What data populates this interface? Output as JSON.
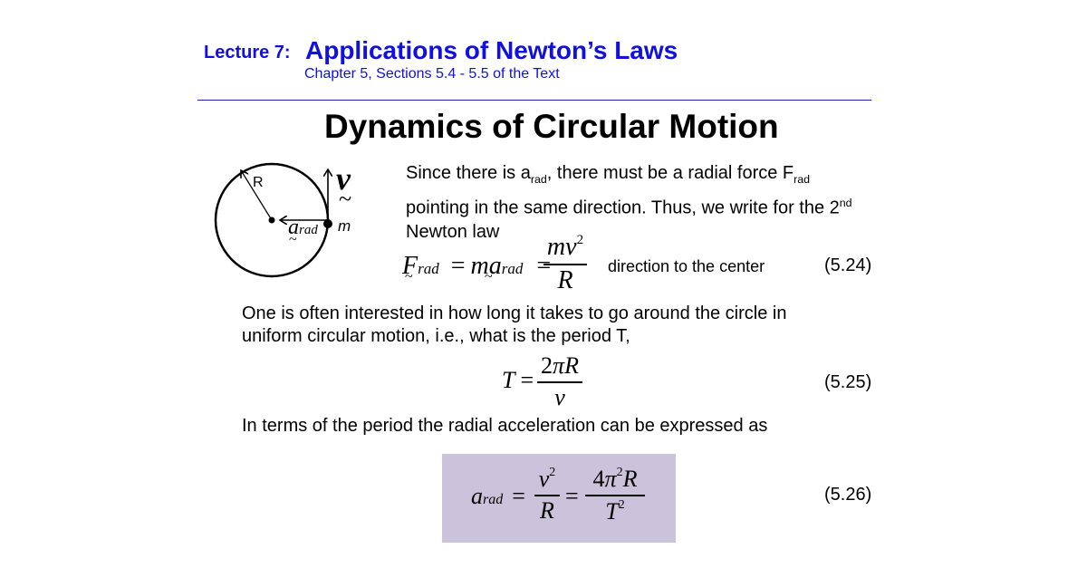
{
  "header": {
    "lecture_label": "Lecture 7:",
    "title": "Applications of Newton’s Laws",
    "subtitle": "Chapter 5, Sections 5.4 - 5.5 of the Text"
  },
  "slide": {
    "heading": "Dynamics of Circular Motion"
  },
  "figure": {
    "radius_label": "R",
    "velocity_label": "v",
    "mass_label": "m",
    "accel_symbol": "a",
    "accel_subscript": "rad",
    "tilde": "~"
  },
  "para1": {
    "t1": "Since there is a",
    "sub1": "rad",
    "t2": ", there must be a radial force F",
    "sub2": "rad",
    "t3": "pointing in the same direction. Thus, we write for the 2",
    "sup1": "nd",
    "t4": "Newton law"
  },
  "eq1": {
    "F": "F",
    "F_sub": "rad",
    "eq": "=",
    "m": "m",
    "a": "a",
    "a_sub": "rad",
    "eq2": "=",
    "num": "mv",
    "num_sup": "2",
    "den": "R",
    "note": "direction to the center",
    "number": "(5.24)"
  },
  "para2": {
    "line1": "One is often interested in how long it takes to go around the circle in",
    "line2": "uniform circular motion, i.e., what is the period T,"
  },
  "eq2": {
    "T": "T",
    "eq": "=",
    "num_coef": "2",
    "num_pi": "π",
    "num_R": "R",
    "den": "v",
    "number": "(5.25)"
  },
  "para3": {
    "text": "In terms of the period the radial acceleration can be expressed as"
  },
  "eq3": {
    "a": "a",
    "a_sub": "rad",
    "eq1": "=",
    "frac1_num": "v",
    "frac1_num_sup": "2",
    "frac1_den": "R",
    "eq2": "=",
    "frac2_num_coef": "4",
    "frac2_num_pi": "π",
    "frac2_num_sup": "2",
    "frac2_num_R": "R",
    "frac2_den": "T",
    "frac2_den_sup": "2",
    "number": "(5.26)",
    "box_color": "#cbc3db"
  },
  "colors": {
    "header_blue": "#1010e0",
    "text": "#000000"
  }
}
